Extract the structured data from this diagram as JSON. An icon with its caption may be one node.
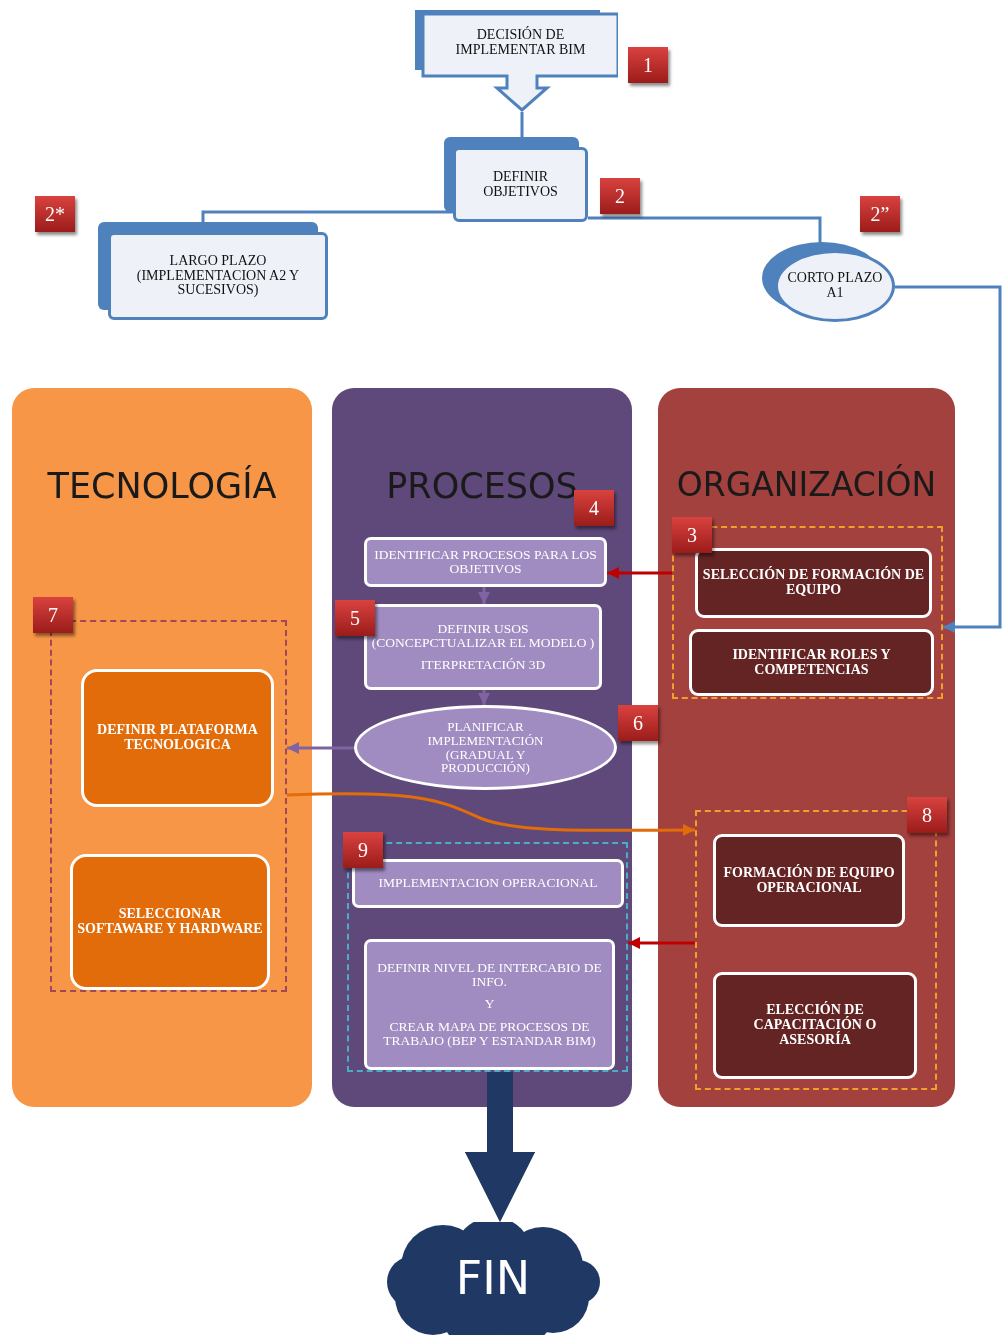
{
  "diagram": {
    "nodes": [
      {
        "text": [
          "DECISIÓN DE IMPLEMENTAR BIM"
        ],
        "beside": [
          "1"
        ]
      },
      {
        "text": [
          "DEFINIR OBJETIVOS"
        ],
        "beside": [
          "2"
        ]
      },
      {
        "text": [
          "LARGO PLAZO (IMPLEMENTACION A2 Y SUCESIVOS)"
        ],
        "beside": [
          "2*"
        ]
      },
      {
        "text": [
          "CORTO PLAZO A1"
        ],
        "beside": [
          "2”"
        ]
      },
      {
        "text": [
          "TECNOLOGÍA"
        ]
      },
      {
        "text": [],
        "shape": "box",
        "in": 4,
        "beside": [
          "7"
        ]
      },
      {
        "text": [
          "DEFINIR PLATAFORMA TECNOLOGICA"
        ],
        "in": 5
      },
      {
        "text": [
          "SELECCIONAR SOFTAWARE Y HARDWARE"
        ],
        "in": 5
      },
      {
        "text": [
          "PROCESOS"
        ],
        "beside": [
          "4"
        ]
      },
      {
        "text": [
          "IDENTIFICAR PROCESOS PARA LOS OBJETIVOS"
        ],
        "in": 8
      },
      {
        "text": [
          "DEFINIR USOS (CONCEPCTUALIZAR EL MODELO )",
          "ITERPRETACIÓN 3D"
        ],
        "in": 8,
        "beside": [
          "5"
        ]
      },
      {
        "text": [
          "PLANIFICAR IMPLEMENTACIÓN (GRADUAL Y PRODUCCIÓN)"
        ],
        "in": 8,
        "beside": [
          "6"
        ]
      },
      {
        "text": [],
        "shape": "box",
        "in": 8,
        "beside": [
          "9"
        ]
      },
      {
        "text": [
          "IMPLEMENTACION OPERACIONAL"
        ],
        "in": 12
      },
      {
        "text": [
          "DEFINIR NIVEL DE INTERCABIO DE INFO.",
          "Y",
          "CREAR MAPA DE PROCESOS DE TRABAJO (BEP Y ESTANDAR BIM)"
        ],
        "in": 12
      },
      {
        "text": [
          "ORGANIZACIÓN"
        ]
      },
      {
        "text": [],
        "shape": "box",
        "in": 15,
        "beside": [
          "3"
        ]
      },
      {
        "text": [
          "SELECCIÓN DE FORMACIÓN DE  EQUIPO"
        ],
        "in": 16
      },
      {
        "text": [
          "IDENTIFICAR ROLES Y COMPETENCIAS"
        ],
        "in": 16
      },
      {
        "text": [],
        "shape": "box",
        "in": 15,
        "beside": [
          "8"
        ]
      },
      {
        "text": [
          "FORMACIÓN DE EQUIPO OPERACIONAL"
        ],
        "in": 19
      },
      {
        "text": [
          "ELECCIÓN DE CAPACITACIÓN O ASESORÍA"
        ],
        "in": 19
      },
      {
        "text": [
          "FIN"
        ]
      }
    ],
    "edges": [
      {
        "from": 0,
        "to": 1,
        "arrow": "none"
      },
      {
        "from": 1,
        "to": 2,
        "arrow": "none"
      },
      {
        "from": 1,
        "to": 3,
        "arrow": "none"
      },
      {
        "from": 3,
        "to": 16,
        "arrow": "to"
      },
      {
        "from": 16,
        "to": 9,
        "arrow": "to",
        "color": "#c00000"
      },
      {
        "from": 9,
        "to": 10,
        "arrow": "to",
        "color": "#8064a2"
      },
      {
        "from": 10,
        "to": 11,
        "arrow": "to",
        "color": "#8064a2"
      },
      {
        "from": 11,
        "to": 5,
        "arrow": "to",
        "color": "#8064a2"
      },
      {
        "from": 5,
        "to": 19,
        "arrow": "to",
        "color": "#e36c0a"
      },
      {
        "from": 19,
        "to": 12,
        "arrow": "to",
        "color": "#c00000"
      },
      {
        "from": 12,
        "to": 22,
        "arrow": "to",
        "style": "thick",
        "color": "#1f3864"
      }
    ]
  }
}
